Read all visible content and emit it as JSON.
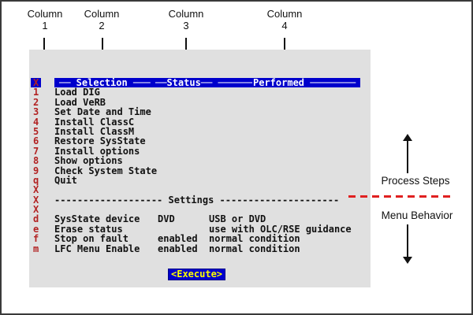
{
  "colors": {
    "console_blue": "#0000cc",
    "key_red": "#b22222",
    "execute_yellow": "#ffff00",
    "terminal_gray": "#e0e0e0",
    "divider_red": "#e02020"
  },
  "annotations": {
    "columns": [
      {
        "label": "Column",
        "number": "1"
      },
      {
        "label": "Column",
        "number": "2"
      },
      {
        "label": "Column",
        "number": "3"
      },
      {
        "label": "Column",
        "number": "4"
      }
    ],
    "process_steps_label": "Process Steps",
    "menu_behavior_label": "Menu Behavior"
  },
  "terminal": {
    "header": {
      "key": "X",
      "selection_segment": "── Selection ───",
      "status_segment": "──Status── ──────",
      "performed_segment": "Performed ────────"
    },
    "rows": [
      {
        "key": "1",
        "name": "Load DIG",
        "status": "",
        "performed": ""
      },
      {
        "key": "2",
        "name": "Load VeRB",
        "status": "",
        "performed": ""
      },
      {
        "key": "3",
        "name": "Set Date and Time",
        "status": "",
        "performed": ""
      },
      {
        "key": "4",
        "name": "Install ClassC",
        "status": "",
        "performed": ""
      },
      {
        "key": "5",
        "name": "Install ClassM",
        "status": "",
        "performed": ""
      },
      {
        "key": "6",
        "name": "Restore SysState",
        "status": "",
        "performed": ""
      },
      {
        "key": "7",
        "name": "Install options",
        "status": "",
        "performed": ""
      },
      {
        "key": "8",
        "name": "Show options",
        "status": "",
        "performed": ""
      },
      {
        "key": "9",
        "name": "Check System State",
        "status": "",
        "performed": ""
      },
      {
        "key": "q",
        "name": "Quit",
        "status": "",
        "performed": ""
      },
      {
        "key": "X",
        "name": "",
        "status": "",
        "performed": ""
      },
      {
        "key": "X",
        "name": "------------------- Settings ---------------------",
        "status": "",
        "performed": ""
      },
      {
        "key": "X",
        "name": "",
        "status": "",
        "performed": ""
      },
      {
        "key": "d",
        "name": "SysState device",
        "status": "DVD",
        "performed": "USB or DVD"
      },
      {
        "key": "e",
        "name": "Erase status",
        "status": "",
        "performed": "use with OLC/RSE guidance"
      },
      {
        "key": "f",
        "name": "Stop on fault",
        "status": "enabled",
        "performed": "normal condition"
      },
      {
        "key": "m",
        "name": "LFC Menu Enable",
        "status": "enabled",
        "performed": "normal condition"
      }
    ],
    "execute_label": "<Execute>"
  }
}
